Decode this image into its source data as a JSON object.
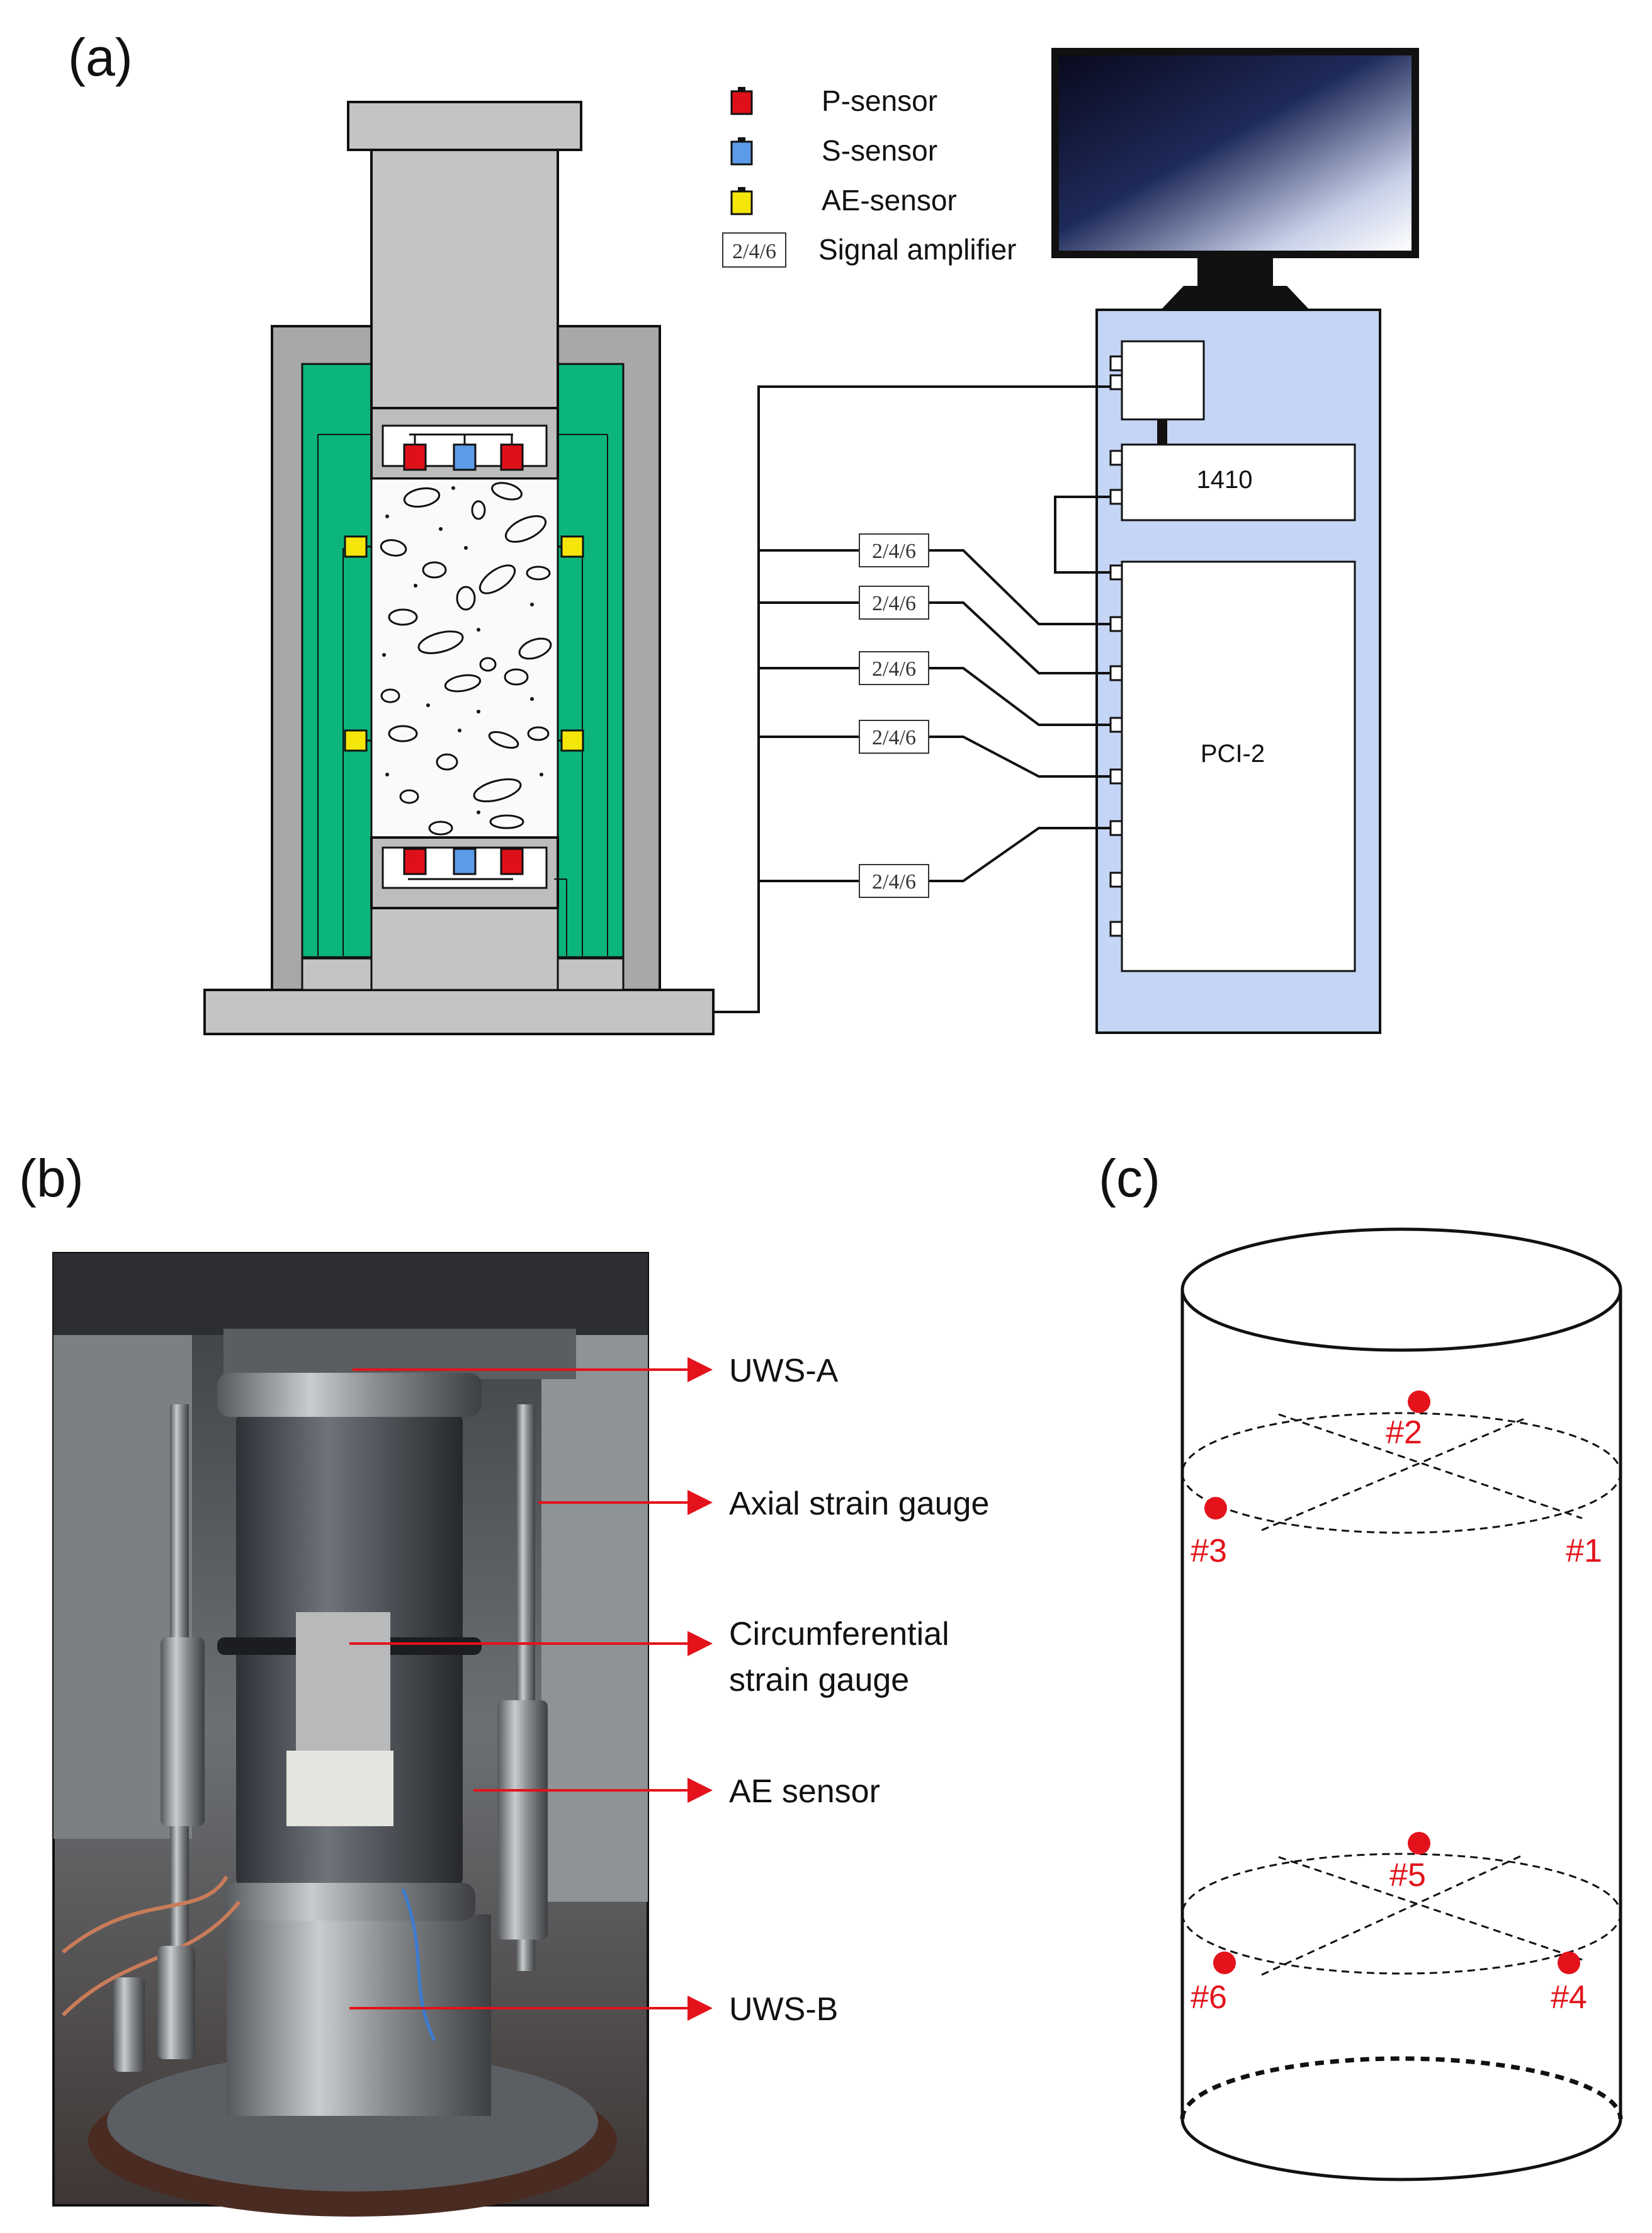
{
  "panels": {
    "a": "(a)",
    "b": "(b)",
    "c": "(c)"
  },
  "legend": {
    "p_sensor": "P-sensor",
    "s_sensor": "S-sensor",
    "ae_sensor": "AE-sensor",
    "amplifier_box": "2/4/6",
    "amplifier": "Signal amplifier"
  },
  "equipment": {
    "preamp_module": "1410",
    "pci": "PCI-2"
  },
  "amplifiers": [
    "2/4/6",
    "2/4/6",
    "2/4/6",
    "2/4/6",
    "2/4/6"
  ],
  "photo_labels": {
    "uws_a": "UWS-A",
    "axial": "Axial strain gauge",
    "circ_1": "Circumferential",
    "circ_2": "strain gauge",
    "ae": "AE sensor",
    "uws_b": "UWS-B"
  },
  "cylinder_points": [
    "#1",
    "#2",
    "#3",
    "#4",
    "#5",
    "#6"
  ],
  "colors": {
    "p_sensor": "#e0101a",
    "s_sensor": "#5b9be8",
    "ae_sensor": "#f5e60a",
    "membrane": "#0bb57c",
    "frame": "#aaaaaa",
    "computer": "#c5d5f5",
    "point": "#e3121b"
  }
}
